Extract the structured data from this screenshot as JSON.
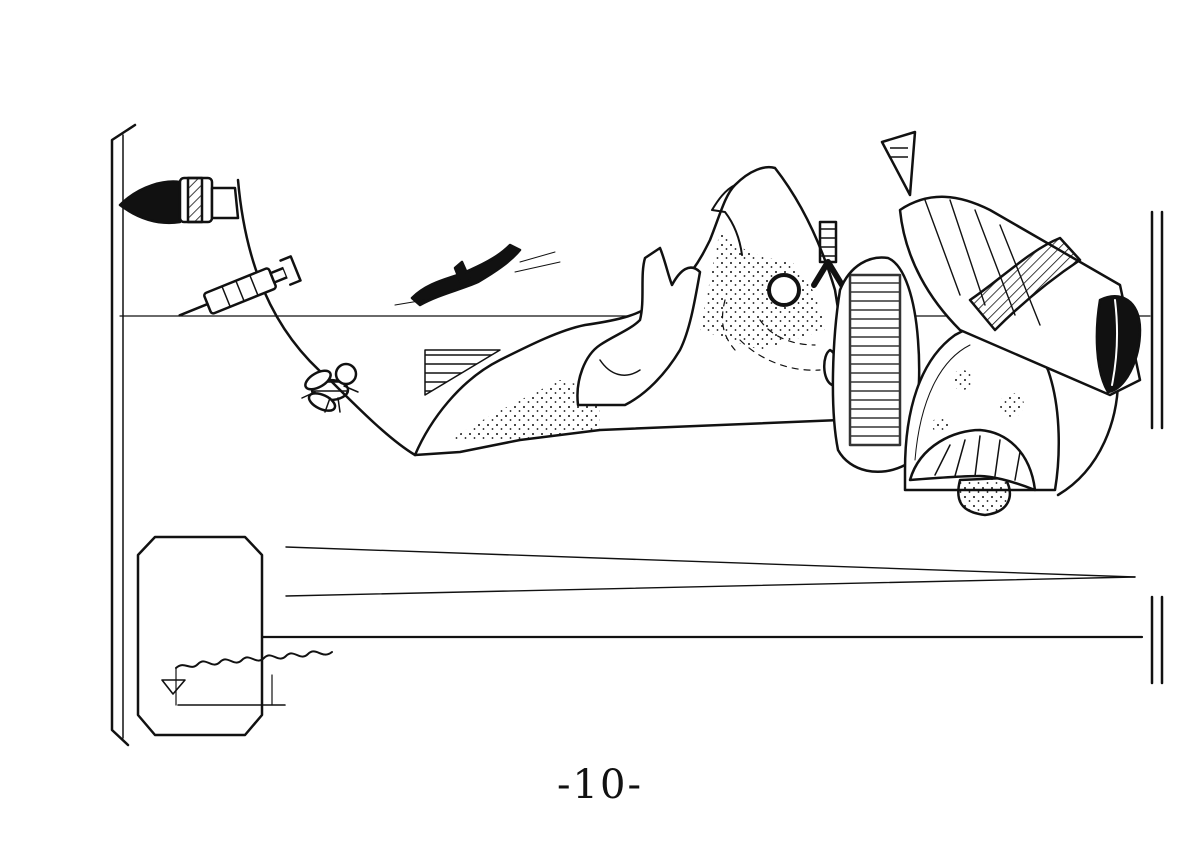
{
  "page": {
    "page_number": "-10-",
    "ink_color": "#111111",
    "paper_color": "#ffffff"
  },
  "illustration": {
    "style": "pen-and-ink drawing",
    "elements": [
      "bullet-icon",
      "syringe-icon",
      "fly-icon",
      "figure-body",
      "raised-hand",
      "round-eye",
      "lungs",
      "trachea",
      "mushroom-icon",
      "bandaged-limb",
      "drill-bit"
    ]
  }
}
